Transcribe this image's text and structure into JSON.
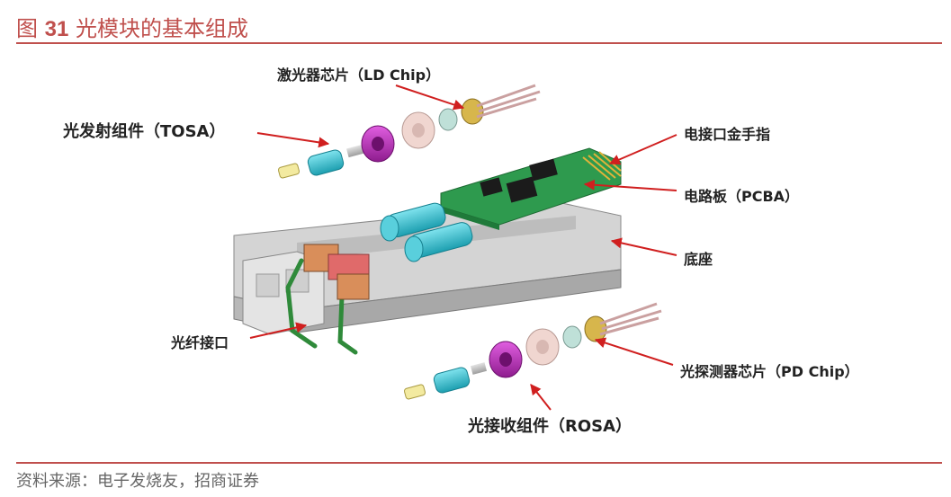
{
  "figure": {
    "title_prefix": "图",
    "title_number": "31",
    "title_text": "光模块的基本组成"
  },
  "labels": {
    "ld_chip": "激光器芯片（LD Chip）",
    "tosa": "光发射组件（TOSA）",
    "gold_finger": "电接口金手指",
    "pcba": "电路板（PCBA）",
    "base": "底座",
    "fiber_port": "光纤接口",
    "pd_chip": "光探测器芯片（PD Chip）",
    "rosa": "光接收组件（ROSA）"
  },
  "source": "资料来源：电子发烧友，招商证券",
  "colors": {
    "accent": "#c0504d",
    "arrow": "#d01f1f",
    "pcb": "#2e9a4e",
    "housing": "#c8c8c8",
    "sleeve": "#3bbfcf",
    "lens_holder": "#b22fb2",
    "ring": "#f0d6d0"
  }
}
